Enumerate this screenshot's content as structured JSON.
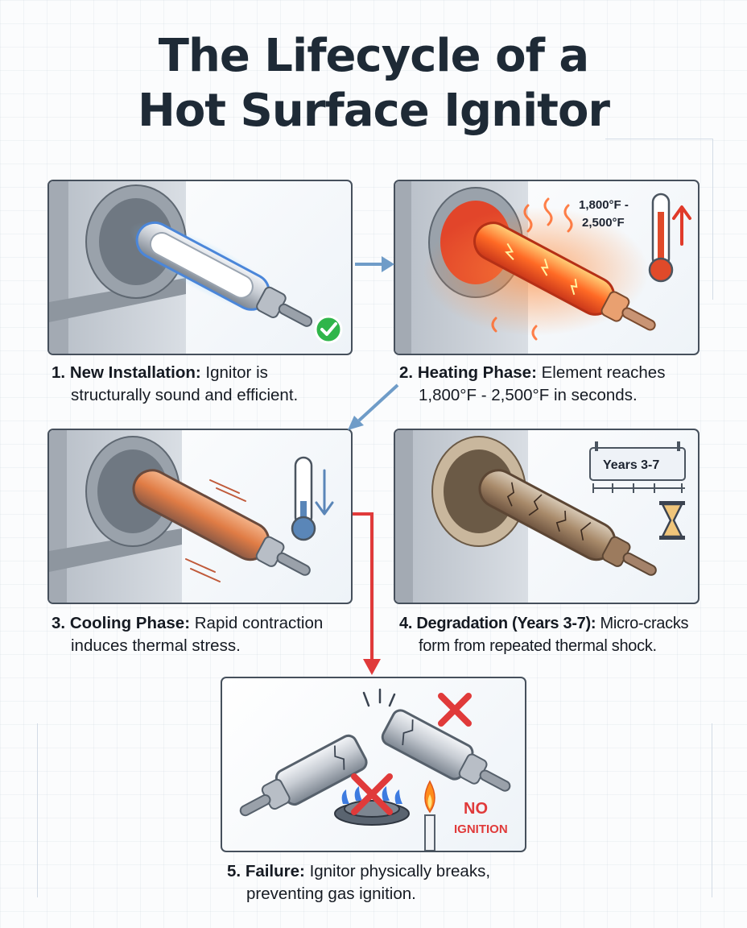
{
  "title": {
    "line1": "The Lifecycle of a",
    "line2": "Hot Surface Ignitor"
  },
  "steps": [
    {
      "num": "1.",
      "heading": "New Installation:",
      "text1": "Ignitor is",
      "text2": "structurally sound and efficient.",
      "icon": "check-circle-icon"
    },
    {
      "num": "2.",
      "heading": "Heating Phase:",
      "text1": "Element reaches",
      "text2": "1,800°F - 2,500°F in seconds.",
      "temp_line1": "1,800°F -",
      "temp_line2": "2,500°F",
      "icon": "thermometer-up-icon"
    },
    {
      "num": "3.",
      "heading": "Cooling Phase:",
      "text1": "Rapid contraction",
      "text2": "induces thermal stress.",
      "icon": "thermometer-down-icon"
    },
    {
      "num": "4.",
      "heading": "Degradation (Years 3-7):",
      "text1": "Micro-cracks",
      "text2": "form from repeated thermal shock.",
      "calendar_label": "Years 3-7",
      "icon": "hourglass-icon"
    },
    {
      "num": "5.",
      "heading": "Failure:",
      "text1": "Ignitor physically breaks,",
      "text2": "preventing gas ignition.",
      "no_ignition_line1": "NO",
      "no_ignition_line2": "IGNITION",
      "icon": "red-x-icon"
    }
  ],
  "colors": {
    "title": "#1e2a36",
    "arrow_blue": "#6f9cc8",
    "arrow_red": "#e03a3a",
    "hot": "#ff5a1f",
    "check": "#2fb54a"
  }
}
